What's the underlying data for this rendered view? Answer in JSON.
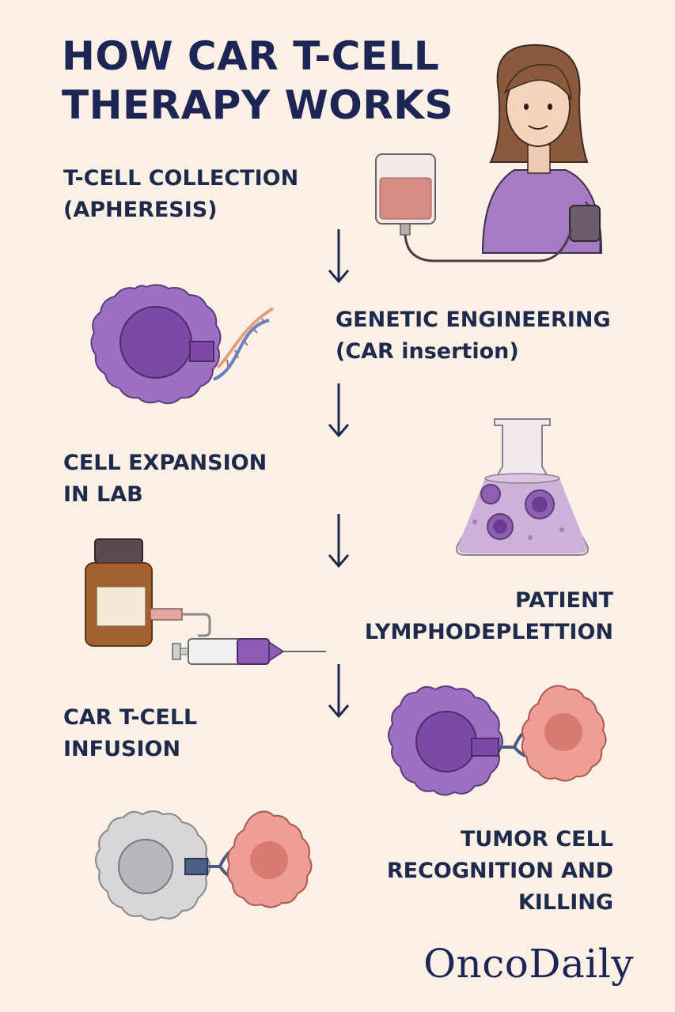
{
  "title": {
    "line1": "HOW CAR T-CELL",
    "line2": "THERAPY WORKS"
  },
  "steps": [
    {
      "line1": "T-CELL COLLECTION",
      "line2": "(APHERESIS)"
    },
    {
      "line1": "GENETIC ENGINEERING",
      "line2": "(CAR insertion)"
    },
    {
      "line1": "CELL EXPANSION",
      "line2": "IN LAB"
    },
    {
      "line1": "PATIENT",
      "line2": "LYMPHODEPLETTION"
    },
    {
      "line1": "CAR T-CELL",
      "line2": "INFUSION"
    },
    {
      "line1": "TUMOR CELL",
      "line2": "RECOGNITION AND",
      "line3": "KILLING"
    }
  ],
  "brand": "OncoDaily",
  "colors": {
    "background": "#fbf0e6",
    "text": "#1e2a4c",
    "tcell_purple": "#9a6bbd",
    "tumor_pink": "#e89a92",
    "car_connector": "#5d6fa0"
  },
  "icons": [
    "patient-apheresis-illustration",
    "blood-bag-icon",
    "t-cell-dna-icon",
    "flask-cells-icon",
    "drug-vial-icon",
    "syringe-icon",
    "car-t-cell-binding-tumor-icon",
    "exhausted-cell-binding-tumor-icon",
    "down-arrow-icon"
  ]
}
